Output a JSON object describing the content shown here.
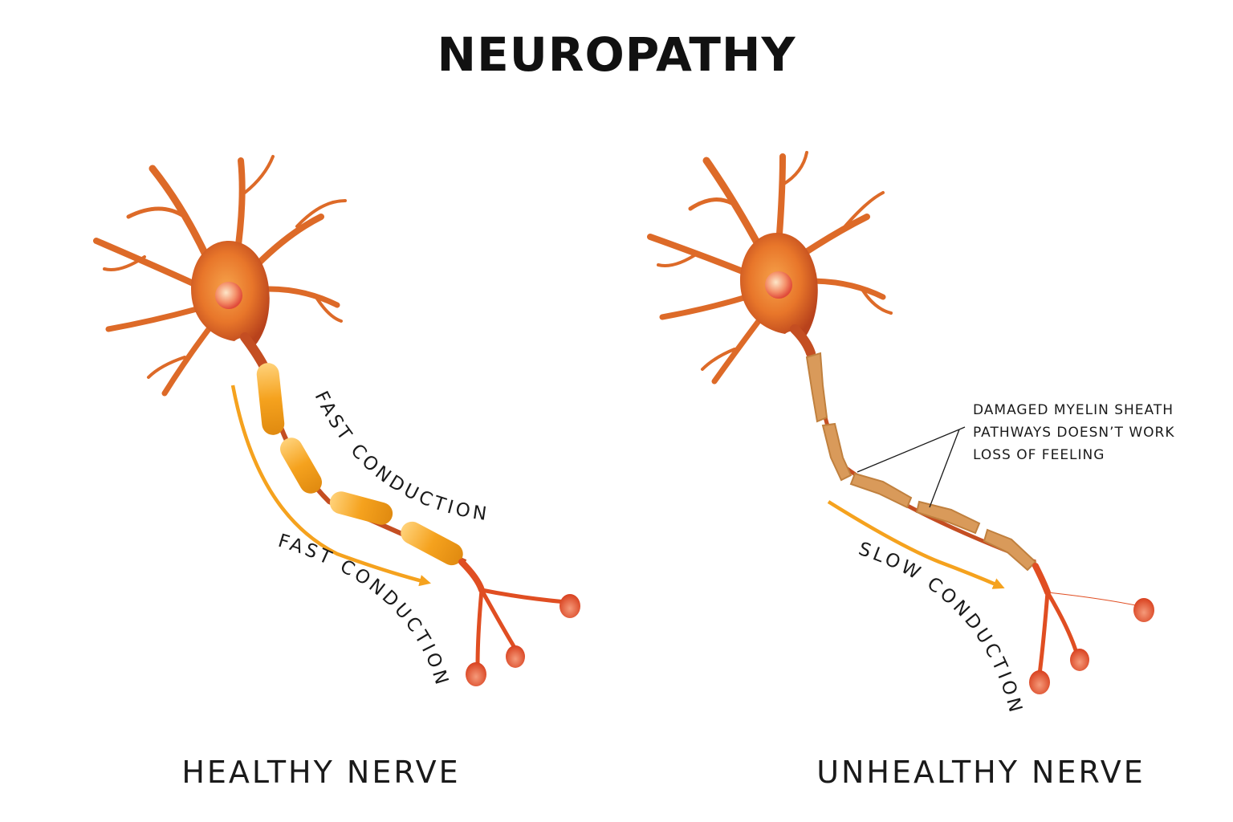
{
  "title": "NEUROPATHY",
  "colors": {
    "soma": "#e8762a",
    "soma_dark": "#b8421c",
    "dendrite": "#dd6a28",
    "myelin": "#f5a21e",
    "myelin_damaged": "#d99a5a",
    "arrow": "#f5a21e",
    "terminal": "#e04e22"
  },
  "healthy": {
    "caption": "HEALTHY NERVE",
    "axon_label": "FAST CONDUCTION",
    "arrow_label": "FAST CONDUCTION"
  },
  "unhealthy": {
    "caption": "UNHEALTHY NERVE",
    "arrow_label": "SLOW CONDUCTION",
    "notes": [
      "DAMAGED MYELIN SHEATH",
      "PATHWAYS DOESN’T WORK",
      "LOSS OF FEELING"
    ]
  }
}
